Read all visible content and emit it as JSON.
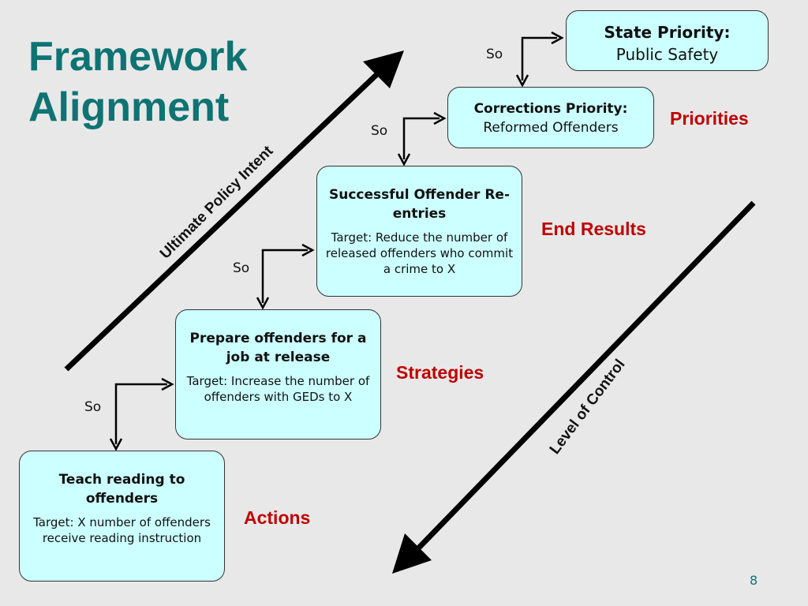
{
  "slide": {
    "title_line1": "Framework",
    "title_line2": "Alignment",
    "page_number": "8"
  },
  "boxes": {
    "state": {
      "title": "State Priority:",
      "subtitle": "Public Safety"
    },
    "corrections": {
      "title": "Corrections Priority:",
      "subtitle": "Reformed Offenders"
    },
    "reentry": {
      "title": "Successful Offender Re-entries",
      "target": "Target: Reduce the number of released offenders who commit a crime to X"
    },
    "job": {
      "title": "Prepare offenders for a job at release",
      "target": "Target: Increase the number of offenders with GEDs to X"
    },
    "reading": {
      "title": "Teach reading to offenders",
      "target": "Target: X number of offenders receive reading instruction"
    }
  },
  "categories": {
    "priorities": "Priorities",
    "end_results": "End Results",
    "strategies": "Strategies",
    "actions": "Actions"
  },
  "connector_label": "So",
  "axes": {
    "up_label": "Ultimate Policy Intent",
    "down_label": "Level of Control"
  },
  "colors": {
    "title": "#0f7373",
    "box_fill": "#ccffff",
    "category": "#c00000",
    "background": "#e8e8e8"
  }
}
